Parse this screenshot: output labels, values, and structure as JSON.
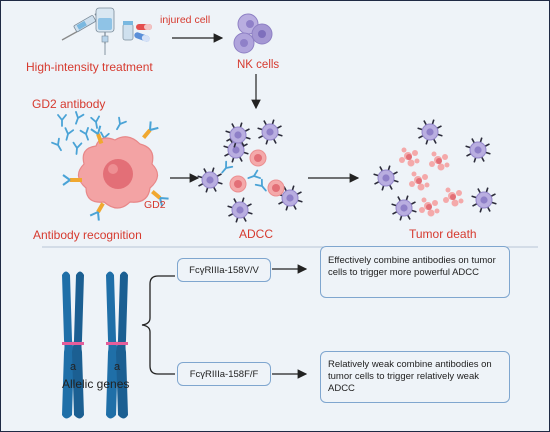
{
  "figure": {
    "colors": {
      "background": "#eef3f8",
      "label_red": "#d63a2f",
      "box_border": "#7fa6cf",
      "chromosome": "#1f6fa8",
      "centromere": "#e35d9b",
      "nk_cell": "#9b88c9",
      "tumor_cell": "#f08f90",
      "antibody": "#4aa3d6"
    },
    "top": {
      "injured_cell_label": "injured cell",
      "treatment_label": "High-intensity treatment",
      "nk_cells_label": "NK cells"
    },
    "middle": {
      "gd2_antibody_label": "GD2 antibody",
      "gd2_label": "GD2",
      "antibody_recognition_label": "Antibody recognition",
      "adcc_label": "ADCC",
      "tumor_death_label": "Tumor death"
    },
    "bottom": {
      "allele_a_left": "a",
      "allele_a_right": "a",
      "allelic_genes_label": "Allelic genes",
      "genotype_vv": "FcγRIIIa-158V/V",
      "genotype_ff": "FcγRIIIa-158F/F",
      "outcome_vv": "Effectively combine antibodies on tumor cells to trigger more powerful ADCC",
      "outcome_ff": "Relatively weak combine antibodies on tumor cells to trigger relatively weak ADCC"
    },
    "icons": [
      "syringe-icon",
      "iv-bag-icon",
      "pill-capsule-icon",
      "nk-cell-icon",
      "antibody-icon",
      "tumor-cell-icon",
      "chromosome-icon",
      "arrow-icon",
      "bracket-icon"
    ]
  }
}
